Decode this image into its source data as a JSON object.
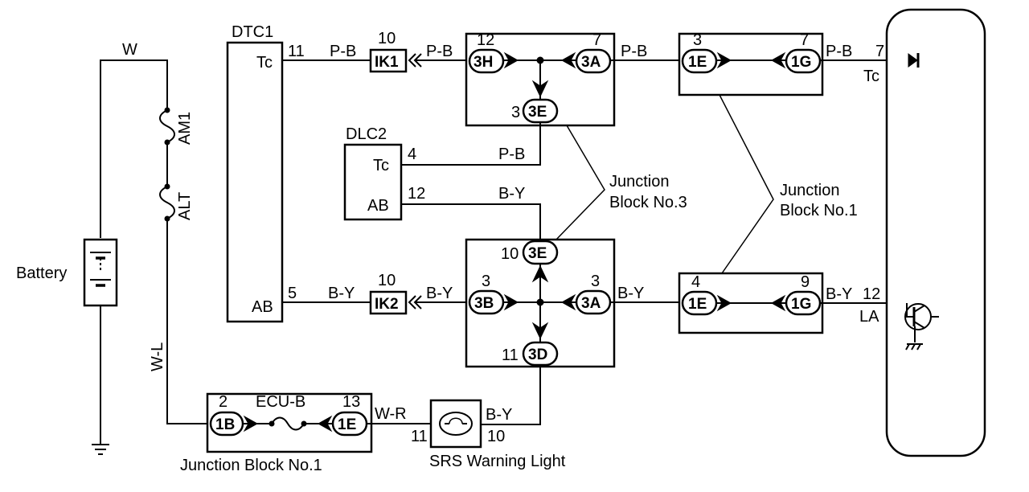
{
  "wires": {
    "w": "W",
    "wl": "W-L",
    "wr": "W-R",
    "pb": "P-B",
    "by": "B-Y"
  },
  "fuses": {
    "am1": "AM1",
    "alt": "ALT",
    "ecub": "ECU-B"
  },
  "labels": {
    "battery": "Battery",
    "dtc1": "DTC1",
    "dlc2": "DLC2",
    "tc": "Tc",
    "ab": "AB",
    "la": "LA",
    "jb3_line1": "Junction",
    "jb3_line2": "Block No.3",
    "jb1_line1": "Junction",
    "jb1_line2": "Block No.1",
    "jb1_bottom": "Junction Block No.1",
    "srs_light": "SRS Warning Light"
  },
  "connectors": {
    "ik1": "IK1",
    "ik2": "IK2",
    "c3h": "3H",
    "c3a": "3A",
    "c3e": "3E",
    "c3b": "3B",
    "c3d": "3D",
    "c1e": "1E",
    "c1g": "1G",
    "c1b": "1B"
  },
  "pins": {
    "dtc_tc": "11",
    "dtc_ab": "5",
    "ik1": "10",
    "ik2": "10",
    "jb3_3h": "12",
    "jb3_3a_top": "7",
    "jb3_3e_top": "3",
    "dlc_tc": "4",
    "dlc_ab": "12",
    "jb3_3e_bot": "10",
    "jb3_3b": "3",
    "jb3_3a_bot": "3",
    "jb3_3d": "11",
    "jb1_1e_top": "3",
    "jb1_1g_top": "7",
    "jb1_1e_bot": "4",
    "jb1_1g_bot": "9",
    "ecu_tc": "7",
    "ecu_la": "12",
    "jb1b_1b": "2",
    "jb1b_1e": "13",
    "srs_in": "11",
    "srs_out": "10"
  }
}
